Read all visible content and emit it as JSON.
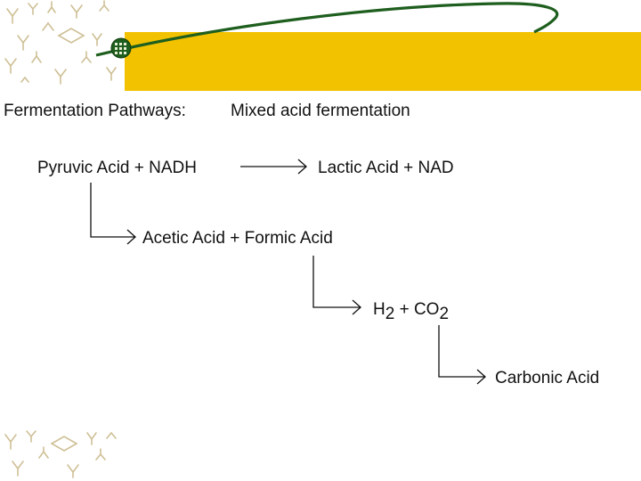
{
  "slide": {
    "heading_label": "Fermentation Pathways:",
    "heading_title": "Mixed acid fermentation",
    "colors": {
      "banner": "#F2C200",
      "swoosh": "#1E5E1E",
      "pattern": "#C9B98A",
      "text": "#111111"
    },
    "icons": [
      "leaf-pattern-icon",
      "globe-icon",
      "arrow-icon"
    ]
  },
  "diagram": {
    "nodes": {
      "pyruvic": "Pyruvic Acid + NADH",
      "lactic": "Lactic Acid + NAD",
      "acetic": "Acetic Acid + Formic Acid",
      "h2co2": {
        "h": "H",
        "h_sub": "2",
        "plus": " + CO",
        "co_sub": "2"
      },
      "carbonic": "Carbonic Acid"
    },
    "edges": [
      {
        "from": "pyruvic",
        "to": "lactic"
      },
      {
        "from": "pyruvic",
        "to": "acetic"
      },
      {
        "from": "acetic",
        "to": "h2co2"
      },
      {
        "from": "h2co2",
        "to": "carbonic"
      }
    ]
  }
}
